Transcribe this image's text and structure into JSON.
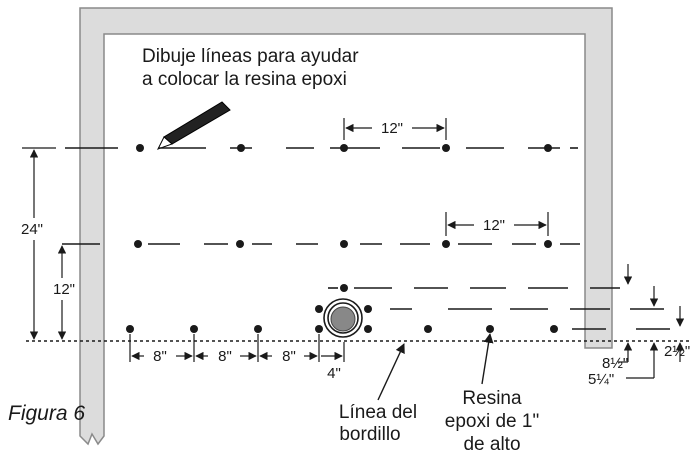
{
  "instruction": {
    "line1": "Dibuje líneas para ayudar",
    "line2": "a colocar la resina epoxi"
  },
  "spacing": {
    "top_row": "12\"",
    "mid_row": "12\""
  },
  "dimensions": {
    "total_height": "24\"",
    "lower_height": "12\"",
    "bottom_spacing": [
      "8\"",
      "8\"",
      "8\""
    ],
    "small_offset": "4\"",
    "right_a": "8½\"",
    "right_b": "5¼\"",
    "right_c": "2½\""
  },
  "callouts": {
    "curb_line": [
      "Línea del",
      "bordillo"
    ],
    "epoxy": [
      "Resina",
      "epoxi de 1\"",
      "de alto"
    ]
  },
  "figure_label": "Figura 6",
  "colors": {
    "frame_fill": "#dcdcdc",
    "frame_stroke": "#8a8a8a",
    "ink": "#1a1a1a"
  }
}
